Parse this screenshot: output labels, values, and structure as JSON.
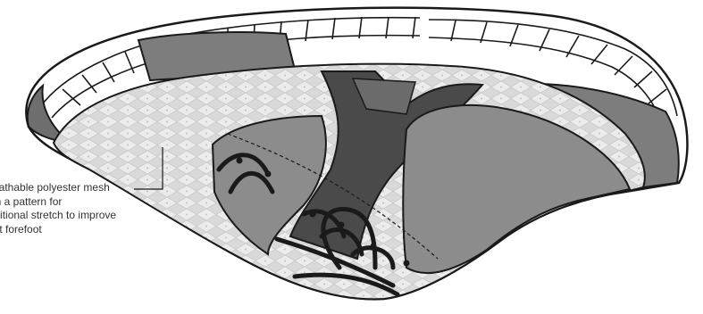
{
  "callout": {
    "lines": [
      "Breathable polyester mesh",
      "with a pattern for",
      "additional stretch to improve",
      "fit at forefoot"
    ]
  },
  "colors": {
    "outline": "#1a1a1a",
    "mesh_fill": "#d9d9d9",
    "mesh_pattern": "#f2f2f2",
    "sole_white": "#ffffff",
    "dark_panel": "#5a5a5a",
    "darker_panel": "#4a4a4a",
    "mid_panel": "#8c8c8c",
    "heel_counter": "#7d7d7d",
    "lace": "#1a1a1a"
  },
  "icons": {
    "shoe": "sneaker-illustration",
    "leader": "callout-leader-line"
  }
}
